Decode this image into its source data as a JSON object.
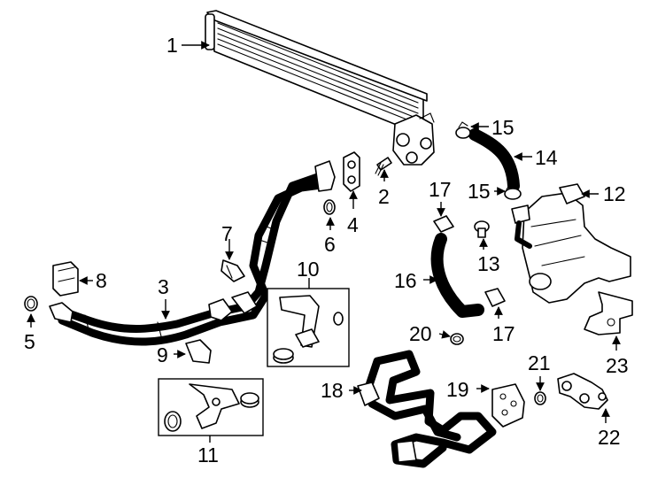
{
  "callouts": {
    "c1": "1",
    "c2": "2",
    "c3": "3",
    "c4": "4",
    "c5": "5",
    "c6": "6",
    "c7": "7",
    "c8": "8",
    "c9": "9",
    "c10": "10",
    "c11": "11",
    "c12": "12",
    "c13": "13",
    "c14": "14",
    "c15a": "15",
    "c15b": "15",
    "c16": "16",
    "c17a": "17",
    "c17b": "17",
    "c18": "18",
    "c19": "19",
    "c20": "20",
    "c21": "21",
    "c22": "22",
    "c23": "23"
  },
  "colors": {
    "line": "#000000",
    "background": "#ffffff"
  }
}
